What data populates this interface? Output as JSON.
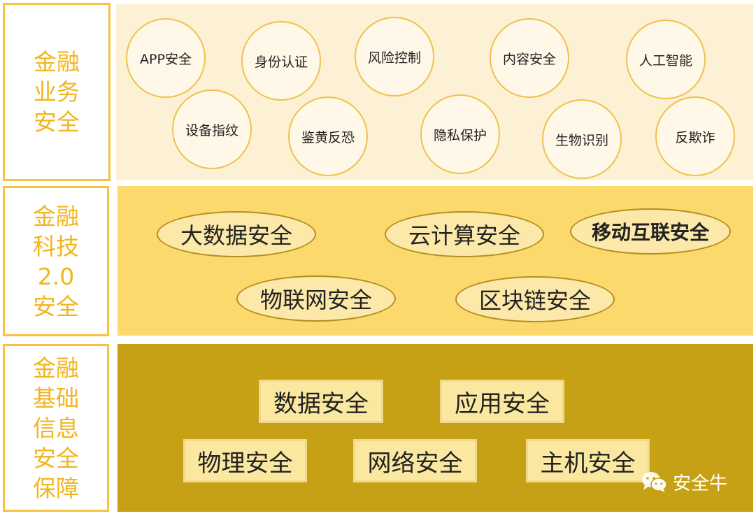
{
  "layers": [
    {
      "label": [
        "金融",
        "业务",
        "安全"
      ],
      "items": [
        "APP安全",
        "身份认证",
        "风险控制",
        "内容安全",
        "人工智能",
        "设备指纹",
        "鉴黄反恐",
        "隐私保护",
        "生物识别",
        "反欺诈"
      ]
    },
    {
      "label": [
        "金融",
        "科技",
        "2.0",
        "安全"
      ],
      "items": [
        "大数据安全",
        "云计算安全",
        "移动互联安全",
        "物联网安全",
        "区块链安全"
      ]
    },
    {
      "label": [
        "金融",
        "基础",
        "信息",
        "安全",
        "保障"
      ],
      "items": [
        "数据安全",
        "应用安全",
        "物理安全",
        "网络安全",
        "主机安全"
      ]
    }
  ],
  "watermark": {
    "text": "安全牛",
    "icon": "wechat-icon"
  },
  "colors": {
    "label_text": "#f2b51c",
    "label_border": "#f5c242",
    "band1": "#fcf1d4",
    "band2": "#fbd96d",
    "band3": "#c7a115"
  }
}
